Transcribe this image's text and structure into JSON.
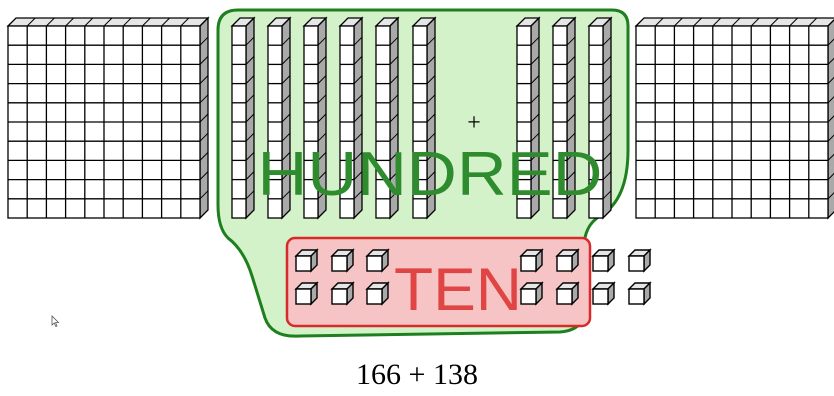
{
  "equation": "166 + 138",
  "labels": {
    "hundred": "HUNDRED",
    "ten": "TEN",
    "plus": "+"
  },
  "blocks": {
    "hundred_flats": 2,
    "ten_rods": 9,
    "unit_cubes": 14
  },
  "colors": {
    "hundred_group_fill": "#d3f2c9",
    "hundred_group_stroke": "#1e7f1e",
    "hundred_text": "#2e8b2e",
    "ten_group_fill": "#f6c4c4",
    "ten_group_stroke": "#d92a2a",
    "ten_text": "#e04545",
    "block_face": "#ffffff",
    "block_side": "#a9a9a9",
    "block_top": "#e6e6e6",
    "block_line": "#000000"
  },
  "icons": {
    "cursor": "mouse-pointer-icon"
  }
}
